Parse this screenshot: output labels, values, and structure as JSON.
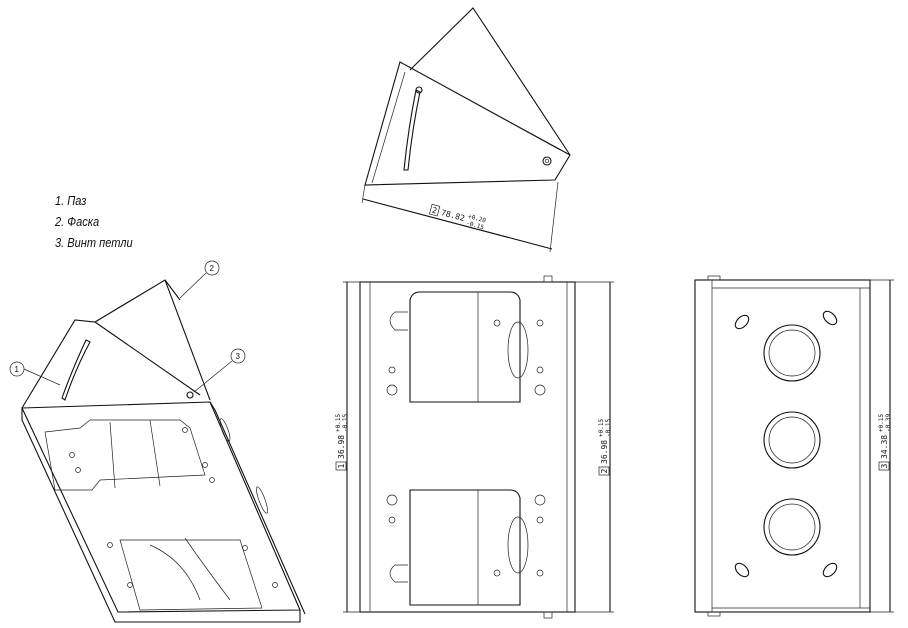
{
  "legend": {
    "items": [
      "1. Паз",
      "2. Фаска",
      "3. Винт петли"
    ]
  },
  "balloons": [
    "1",
    "2",
    "3"
  ],
  "dimensions": {
    "top_view": {
      "tag": "2",
      "value": "78.82",
      "upper_tol": "+0.20",
      "lower_tol": "-0.15"
    },
    "front_left": {
      "tag": "1",
      "value": "36.98",
      "upper_tol": "+0.15",
      "lower_tol": "-0.15"
    },
    "front_right": {
      "tag": "2",
      "value": "36.98",
      "upper_tol": "+0.15",
      "lower_tol": "-0.15"
    },
    "side_view": {
      "tag": "3",
      "value": "34.38",
      "upper_tol": "+0.15",
      "lower_tol": "-0.39"
    }
  }
}
